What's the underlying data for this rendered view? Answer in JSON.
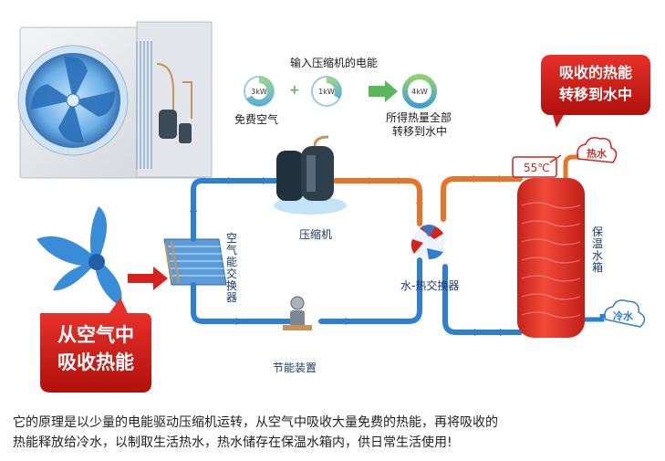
{
  "top_caption": "输入压缩机的电能",
  "gauges": [
    {
      "value": "3kW",
      "label": "免费空气"
    },
    {
      "value": "1kW",
      "label": ""
    },
    {
      "value": "4kW",
      "label": "所得热量全部转移到水中"
    }
  ],
  "gauge_label_lines": [
    "所得热量全部",
    "转移到水中"
  ],
  "operators": [
    "+",
    "="
  ],
  "components": {
    "compressor": "压缩机",
    "air_exchanger": "空气能交换器",
    "water_exchanger": "水-热交换器",
    "expansion": "节能装置",
    "tank": "保温水箱"
  },
  "temperature": "55℃",
  "hot_water": "热水",
  "cold_water": "冷水",
  "callout_left": [
    "从空气中",
    "吸收热能"
  ],
  "callout_right": [
    "吸收的热能",
    "转移到水中"
  ],
  "footer_lines": [
    "它的原理是以少量的电能驱动压缩机运转，从空气中吸收大量免费的热能，再将吸收的",
    "热能释放给冷水，以制取生活热水，热水储存在保温水箱内，供日常生活使用!"
  ],
  "colors": {
    "hot_pipe": "#e8742a",
    "cold_pipe": "#2c7fd3",
    "accent_red": "#d8201c",
    "tank": "#e8352b"
  },
  "icons": [
    "outdoor-unit-icon",
    "fan-icon",
    "compressor-icon",
    "valve-icon",
    "exchanger-icon",
    "heat-coil-icon",
    "tank-icon"
  ]
}
